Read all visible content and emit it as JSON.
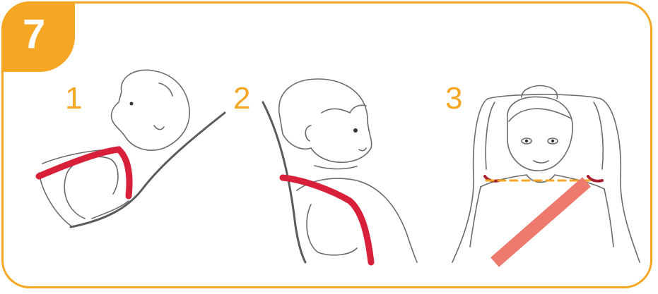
{
  "step": {
    "number": "7"
  },
  "panels": [
    {
      "number": "1",
      "caption_icon": "infant-reclined-illustration"
    },
    {
      "number": "2",
      "caption_icon": "child-side-view-illustration"
    },
    {
      "number": "3",
      "caption_icon": "child-front-view-illustration"
    }
  ],
  "colors": {
    "accent": "#f5a623",
    "strap_red": "#d8203a",
    "belt_salmon": "#ee7a6e",
    "outline": "#5b5b5b"
  }
}
